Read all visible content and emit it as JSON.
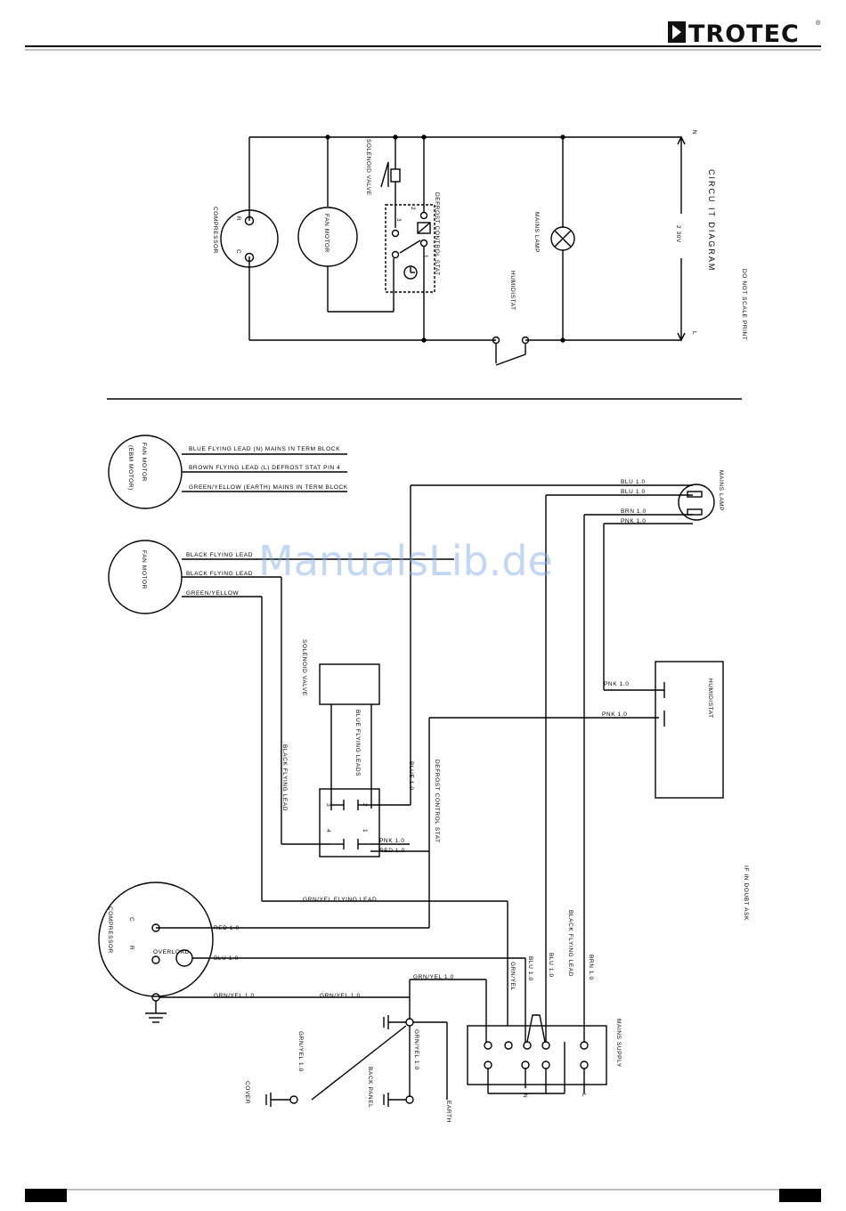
{
  "header": {
    "brand": "TROTEC",
    "registered": "®"
  },
  "watermark": "ManualsLib.de",
  "circuit": {
    "title": "CIRCU IT DIAGRAM",
    "voltage": "2 30V",
    "n_label": "N",
    "l_label": "L",
    "compressor": "COMPRESSOR",
    "compressor_r": "R",
    "compressor_c": "C",
    "fan_motor": "FAN MOTOR",
    "solenoid_valve": "SOLENOID VALVE",
    "defrost_stat": "DEFROST CONTROL STAT",
    "pin_2": "2",
    "pin_3": "3",
    "pin_4": "4",
    "pin_1": "1",
    "mains_lamp": "MAINS LAMP",
    "humidistat": "HUMIDISTAT",
    "do_not_scale": "DO NOT SCALE PRINT"
  },
  "wiring": {
    "fan_motor_ebm": "FAN MOTOR",
    "ebm_motor": "(EBM MOTOR)",
    "blue_flying_lead": "BLUE FLYING LEAD (N) MAINS IN TERM BLOCK",
    "brown_flying_lead": "BROWN FLYING LEAD (L) DEFROST STAT PIN 4",
    "green_yellow_earth": "GREEN/YELLOW (EARTH) MAINS IN TERM BLOCK",
    "fan_motor": "FAN MOTOR",
    "black_flying_lead_1": "BLACK FLYING LEAD",
    "black_flying_lead_2": "BLACK FLYING LEAD",
    "green_yellow": "GREEN/YELLOW",
    "solenoid_valve": "SOLENOID VALVE",
    "blue_flying_leads": "BLUE FLYING LEADS",
    "black_flying_lead_v": "BLACK FLYING LEAD",
    "blue_1_0": "BLUE 1.0",
    "defrost_control_stat": "DEFROST CONTROL STAT",
    "pin_3": "3",
    "pin_2": "2",
    "pin_4": "4",
    "pin_1": "1",
    "pnk_1_0": "PNK 1.0",
    "red_1_0": "RED 1.0",
    "mains_lamp": "MAINS LAMP",
    "lamp_blu_1": "BLU 1.0",
    "lamp_blu_2": "BLU 1.0",
    "lamp_brn_1": "BRN 1.0",
    "lamp_pnk_1": "PNK 1.0",
    "humidistat": "HUMIDISTAT",
    "hum_pnk_1": "PNK 1.0",
    "hum_pnk_2": "PNK 1.0",
    "compressor": "COMPRESSOR",
    "comp_c": "C",
    "comp_r": "R",
    "overload": "OVERLOAD",
    "red_1_0_b": "RED 1.0",
    "blu_1_0_b": "BLU 1.0",
    "grn_yel_flying_lead": "GRN/YEL FLYING LEAD",
    "grn_yel_1_0_a": "GRN/YEL 1.0",
    "grn_yel_1_0_b": "GRN/YEL 1.0",
    "grn_yel_1_0_c": "GRN/YEL 1.0",
    "grn_yel_v": "GRN/YEL",
    "blu_1_0_v1": "BLU 1.0",
    "blu_1_0_v2": "BLU 1.0",
    "black_flying_lead_v2": "BLACK FLYING LEAD",
    "brn_1_0_v": "BRN 1.0",
    "mains_supply": "MAINS SUPPLY",
    "grn_yel_1_0_d": "GRN/YEL 1.0",
    "grn_yel_1_0_e": "GRN/YEL 1.0",
    "cover": "COVER",
    "back_panel": "BACK PANEL",
    "earth": "EARTH",
    "term_n": "N",
    "term_l": "L",
    "if_in_doubt": "IF IN DOUBT ASK"
  }
}
